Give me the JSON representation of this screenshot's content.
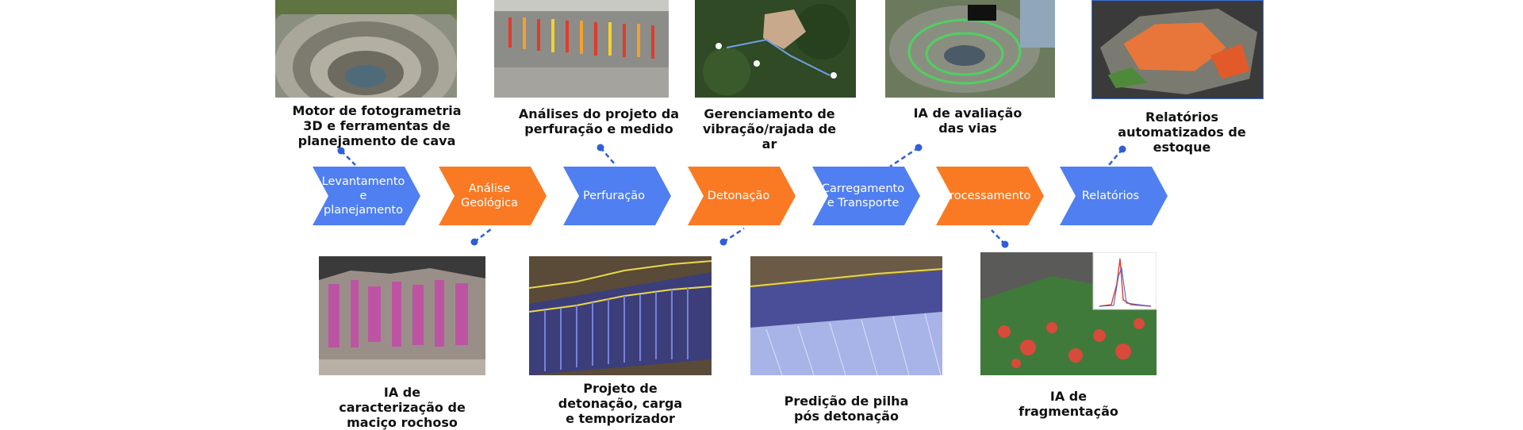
{
  "colors": {
    "blue": "#4f7ff0",
    "orange": "#fa7a24",
    "connector": "#2f5fd6"
  },
  "stages": [
    {
      "label": "Levantamento e\nplanejamento",
      "color": "blue"
    },
    {
      "label": "Análise\nGeológica",
      "color": "orange"
    },
    {
      "label": "Perfuração",
      "color": "blue"
    },
    {
      "label": "Detonação",
      "color": "orange"
    },
    {
      "label": "Carregamento\ne Transporte",
      "color": "blue"
    },
    {
      "label": "Processamento",
      "color": "orange"
    },
    {
      "label": "Relatórios",
      "color": "blue"
    }
  ],
  "top_items": [
    {
      "caption": "Motor de fotogrametria\n3D e ferramentas de\nplanejamento de cava",
      "image": "open-pit-terraces-photo"
    },
    {
      "caption": "Análises do projeto da\nperfuração e medido",
      "image": "drill-holes-photo"
    },
    {
      "caption": "Gerenciamento de\nvibração/rajada de\nar",
      "image": "vibration-map-photo"
    },
    {
      "caption": "IA de avaliação\ndas vias",
      "image": "haul-roads-photo"
    },
    {
      "caption": "Relatórios\nautomatizados de\nestoque",
      "image": "stockpile-3d-photo"
    }
  ],
  "bottom_items": [
    {
      "caption": "IA de\ncaracterização de\nmaciço rochoso",
      "image": "rock-mass-photo"
    },
    {
      "caption": "Projeto de\ndetonação, carga\ne temporizador",
      "image": "blast-design-photo"
    },
    {
      "caption": "Predição de pilha\npós detonação",
      "image": "muckpile-prediction-photo"
    },
    {
      "caption": "IA de\nfragmentação",
      "image": "fragmentation-photo"
    }
  ]
}
